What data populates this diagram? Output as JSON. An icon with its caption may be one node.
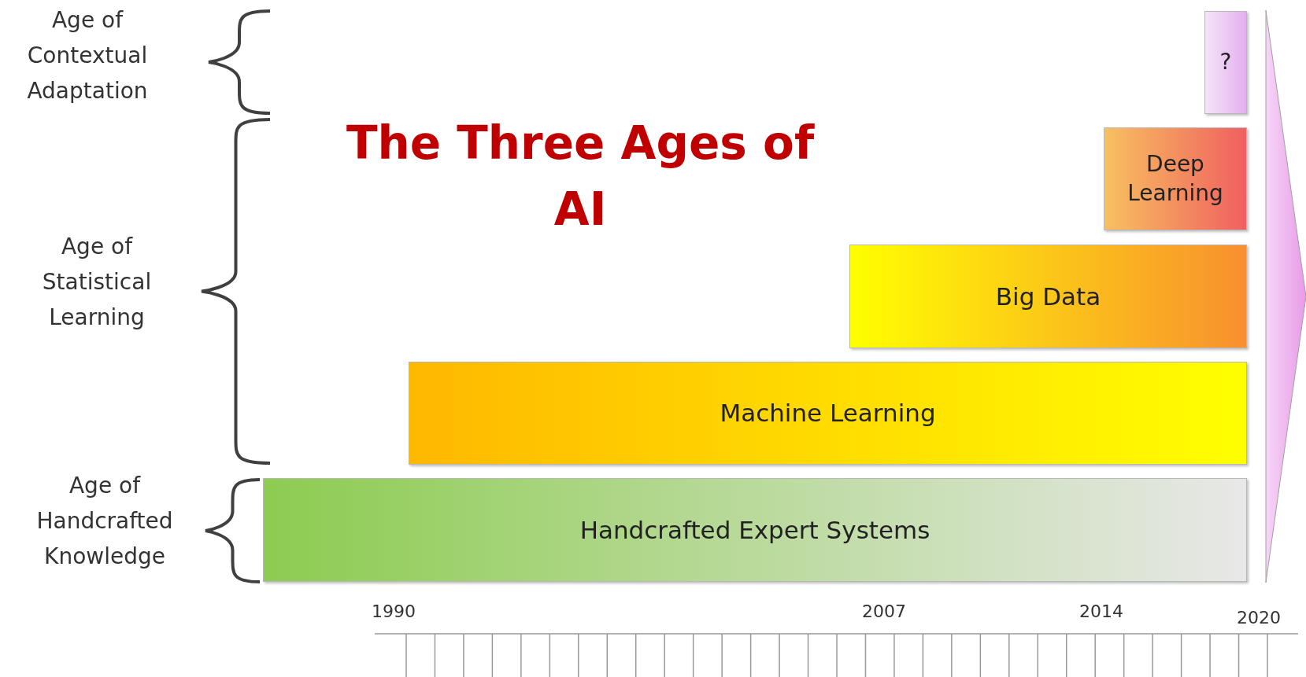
{
  "diagram": {
    "title": "The Three Ages of AI",
    "nodes": [
      {
        "text": [
          "?"
        ]
      },
      {
        "text": [
          "Deep Learning"
        ]
      },
      {
        "text": [
          "Big Data"
        ]
      },
      {
        "text": [
          "Machine Learning"
        ]
      },
      {
        "text": [
          "Handcrafted Expert Systems"
        ]
      }
    ],
    "labels": [
      "Age of Contextual Adaptation",
      "Age of Statistical Learning",
      "Age of Handcrafted Knowledge",
      "1990",
      "2007",
      "2014",
      "2020"
    ]
  }
}
